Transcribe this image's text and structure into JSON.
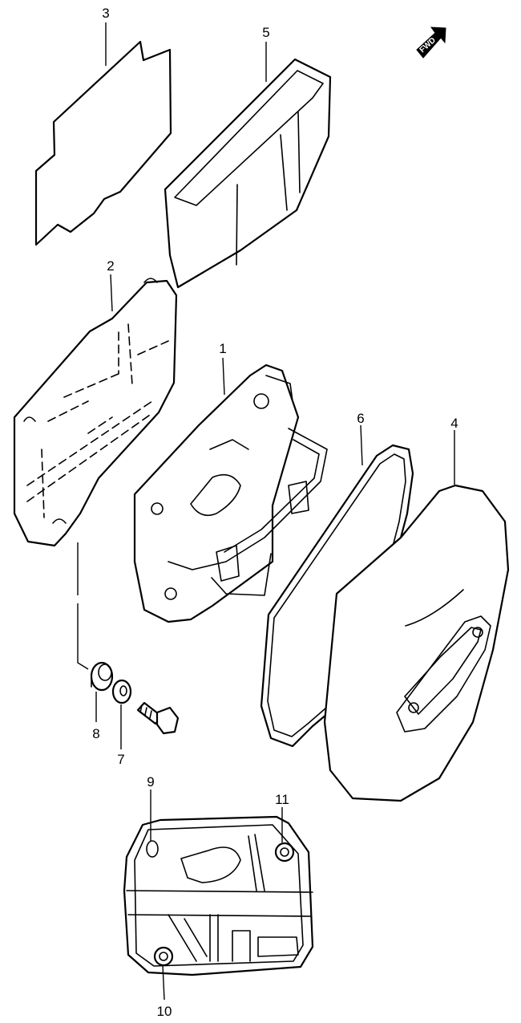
{
  "fwd_label": "FWD",
  "callouts": {
    "c1": "1",
    "c2": "2",
    "c3": "3",
    "c4": "4",
    "c5": "5",
    "c6": "6",
    "c7": "7",
    "c8": "8",
    "c9": "9",
    "c10": "10",
    "c11": "11"
  },
  "colors": {
    "line": "#000000",
    "background": "#ffffff"
  }
}
